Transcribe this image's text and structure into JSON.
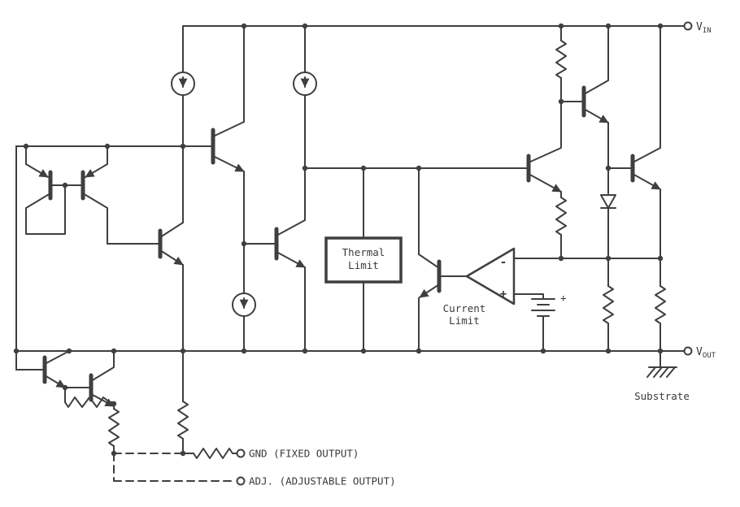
{
  "labels": {
    "vin_main": "V",
    "vin_sub": "IN",
    "vout_main": "V",
    "vout_sub": "OUT",
    "thermal_line1": "Thermal",
    "thermal_line2": "Limit",
    "current_line1": "Current",
    "current_line2": "Limit",
    "substrate": "Substrate",
    "gnd": "GND (FIXED OUTPUT)",
    "adj": "ADJ. (ADJUSTABLE OUTPUT)",
    "opamp_minus": "-",
    "opamp_plus": "+",
    "battery_plus": "+"
  },
  "colors": {
    "stroke": "#3f3f3f",
    "background": "#ffffff"
  }
}
